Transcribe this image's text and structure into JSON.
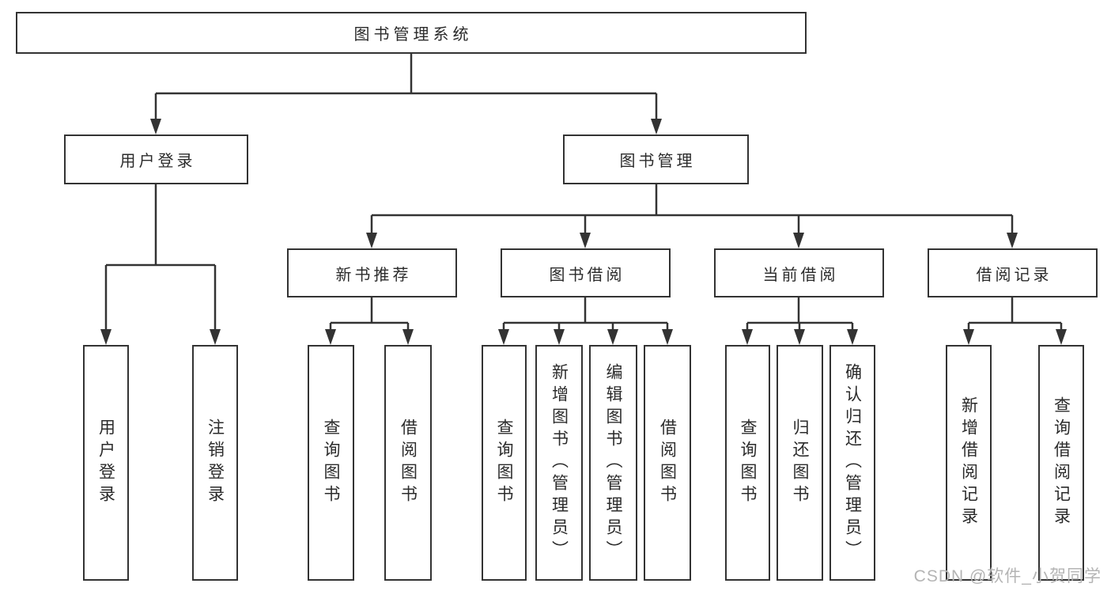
{
  "tree": {
    "root": "图书管理系统",
    "children": [
      {
        "label": "用户登录",
        "children": [
          "用户登录",
          "注销登录"
        ]
      },
      {
        "label": "图书管理",
        "children": [
          {
            "label": "新书推荐",
            "children": [
              "查询图书",
              "借阅图书"
            ]
          },
          {
            "label": "图书借阅",
            "children": [
              "查询图书",
              "新增图书（管理员）",
              "编辑图书（管理员）",
              "借阅图书"
            ]
          },
          {
            "label": "当前借阅",
            "children": [
              "查询图书",
              "归还图书",
              "确认归还（管理员）"
            ]
          },
          {
            "label": "借阅记录",
            "children": [
              "新增借阅记录",
              "查询借阅记录"
            ]
          }
        ]
      }
    ]
  },
  "watermark": {
    "text": "CSDN @软件_小贺同学"
  },
  "colors": {
    "line": "#333333",
    "box_border": "#333333",
    "text": "#2b2b2b",
    "watermark": "#b4b4b4",
    "background": "#ffffff"
  }
}
